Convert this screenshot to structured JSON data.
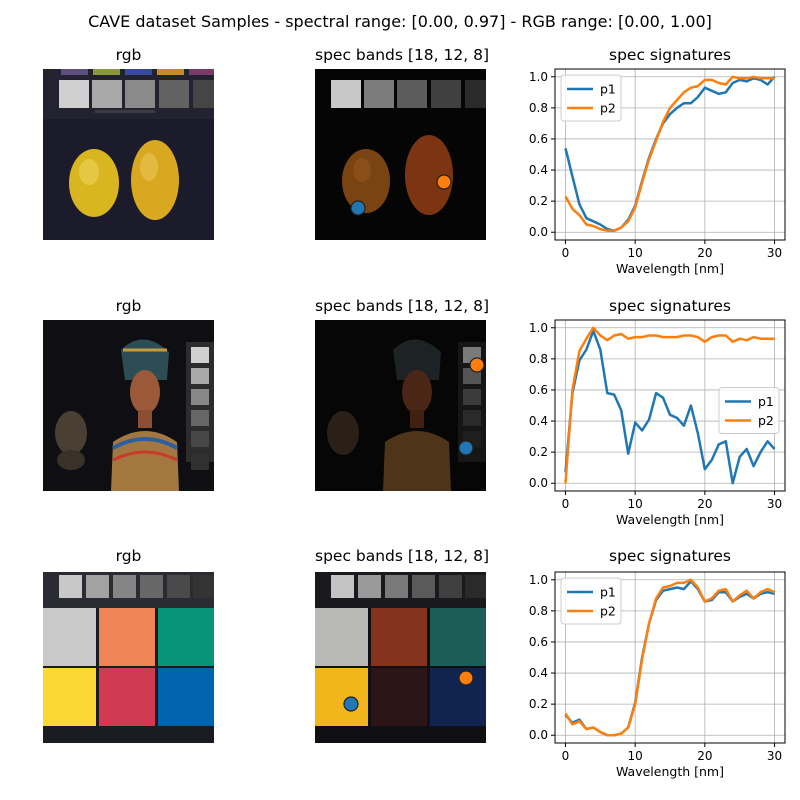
{
  "figure": {
    "title": "CAVE dataset Samples - spectral range: [0.00, 0.97] - RGB range: [0.00, 1.00]"
  },
  "rows": [
    {
      "scene": "lemons",
      "rgb_title": "rgb",
      "spec_title": "spec bands [18, 12, 8]",
      "sig_title": "spec signatures"
    },
    {
      "scene": "bust",
      "rgb_title": "rgb",
      "spec_title": "spec bands [18, 12, 8]",
      "sig_title": "spec signatures"
    },
    {
      "scene": "colorchecker",
      "rgb_title": "rgb",
      "spec_title": "spec bands [18, 12, 8]",
      "sig_title": "spec signatures"
    }
  ],
  "colors": {
    "p1": "#1f77b4",
    "p2": "#ff7f0e",
    "grid": "#b0b0b0"
  },
  "chart_data": [
    {
      "type": "line",
      "title": "spec signatures",
      "xlabel": "Wavelength [nm]",
      "ylabel": "",
      "xlim": [
        -1.5,
        31.5
      ],
      "ylim": [
        -0.05,
        1.05
      ],
      "x_ticks": [
        0,
        10,
        20,
        30
      ],
      "y_ticks": [
        0.0,
        0.2,
        0.4,
        0.6,
        0.8,
        1.0
      ],
      "grid": true,
      "legend": "top-left",
      "x": [
        0,
        1,
        2,
        3,
        4,
        5,
        6,
        7,
        8,
        9,
        10,
        11,
        12,
        13,
        14,
        15,
        16,
        17,
        18,
        19,
        20,
        21,
        22,
        23,
        24,
        25,
        26,
        27,
        28,
        29,
        30
      ],
      "series": [
        {
          "name": "p1",
          "values": [
            0.54,
            0.36,
            0.18,
            0.09,
            0.07,
            0.05,
            0.02,
            0.01,
            0.03,
            0.08,
            0.17,
            0.33,
            0.48,
            0.6,
            0.7,
            0.76,
            0.8,
            0.83,
            0.83,
            0.87,
            0.93,
            0.91,
            0.89,
            0.9,
            0.96,
            0.98,
            0.97,
            0.99,
            0.98,
            0.95,
            1.0
          ]
        },
        {
          "name": "p2",
          "values": [
            0.23,
            0.15,
            0.11,
            0.05,
            0.04,
            0.02,
            0.01,
            0.01,
            0.03,
            0.07,
            0.16,
            0.32,
            0.47,
            0.59,
            0.71,
            0.8,
            0.85,
            0.9,
            0.93,
            0.94,
            0.98,
            0.98,
            0.96,
            0.95,
            1.0,
            0.99,
            0.99,
            1.0,
            0.99,
            0.99,
            0.99
          ]
        }
      ]
    },
    {
      "type": "line",
      "title": "spec signatures",
      "xlabel": "Wavelength [nm]",
      "ylabel": "",
      "xlim": [
        -1.5,
        31.5
      ],
      "ylim": [
        -0.05,
        1.05
      ],
      "x_ticks": [
        0,
        10,
        20,
        30
      ],
      "y_ticks": [
        0.0,
        0.2,
        0.4,
        0.6,
        0.8,
        1.0
      ],
      "grid": true,
      "legend": "center-right",
      "x": [
        0,
        1,
        2,
        3,
        4,
        5,
        6,
        7,
        8,
        9,
        10,
        11,
        12,
        13,
        14,
        15,
        16,
        17,
        18,
        19,
        20,
        21,
        22,
        23,
        24,
        25,
        26,
        27,
        28,
        29,
        30
      ],
      "series": [
        {
          "name": "p1",
          "values": [
            0.07,
            0.58,
            0.79,
            0.86,
            0.98,
            0.86,
            0.58,
            0.57,
            0.47,
            0.19,
            0.39,
            0.34,
            0.41,
            0.58,
            0.55,
            0.44,
            0.42,
            0.37,
            0.5,
            0.32,
            0.09,
            0.15,
            0.25,
            0.27,
            0.0,
            0.17,
            0.22,
            0.11,
            0.2,
            0.27,
            0.22
          ]
        },
        {
          "name": "p2",
          "values": [
            0.0,
            0.6,
            0.85,
            0.93,
            1.0,
            0.95,
            0.92,
            0.95,
            0.96,
            0.93,
            0.94,
            0.94,
            0.95,
            0.95,
            0.94,
            0.94,
            0.94,
            0.95,
            0.95,
            0.94,
            0.91,
            0.94,
            0.95,
            0.95,
            0.91,
            0.93,
            0.92,
            0.94,
            0.93,
            0.93,
            0.93
          ]
        }
      ]
    },
    {
      "type": "line",
      "title": "spec signatures",
      "xlabel": "Wavelength [nm]",
      "ylabel": "",
      "xlim": [
        -1.5,
        31.5
      ],
      "ylim": [
        -0.05,
        1.05
      ],
      "x_ticks": [
        0,
        10,
        20,
        30
      ],
      "y_ticks": [
        0.0,
        0.2,
        0.4,
        0.6,
        0.8,
        1.0
      ],
      "grid": true,
      "legend": "top-left",
      "x": [
        0,
        1,
        2,
        3,
        4,
        5,
        6,
        7,
        8,
        9,
        10,
        11,
        12,
        13,
        14,
        15,
        16,
        17,
        18,
        19,
        20,
        21,
        22,
        23,
        24,
        25,
        26,
        27,
        28,
        29,
        30
      ],
      "series": [
        {
          "name": "p1",
          "values": [
            0.13,
            0.08,
            0.1,
            0.04,
            0.05,
            0.02,
            0.0,
            0.0,
            0.01,
            0.05,
            0.21,
            0.5,
            0.72,
            0.87,
            0.93,
            0.94,
            0.95,
            0.94,
            0.99,
            0.94,
            0.86,
            0.87,
            0.92,
            0.92,
            0.86,
            0.89,
            0.91,
            0.88,
            0.91,
            0.92,
            0.91
          ]
        },
        {
          "name": "p2",
          "values": [
            0.14,
            0.07,
            0.09,
            0.04,
            0.05,
            0.02,
            0.0,
            0.0,
            0.01,
            0.05,
            0.2,
            0.49,
            0.72,
            0.88,
            0.95,
            0.96,
            0.98,
            0.98,
            1.0,
            0.95,
            0.86,
            0.88,
            0.93,
            0.94,
            0.86,
            0.9,
            0.93,
            0.88,
            0.92,
            0.94,
            0.92
          ]
        }
      ]
    }
  ]
}
